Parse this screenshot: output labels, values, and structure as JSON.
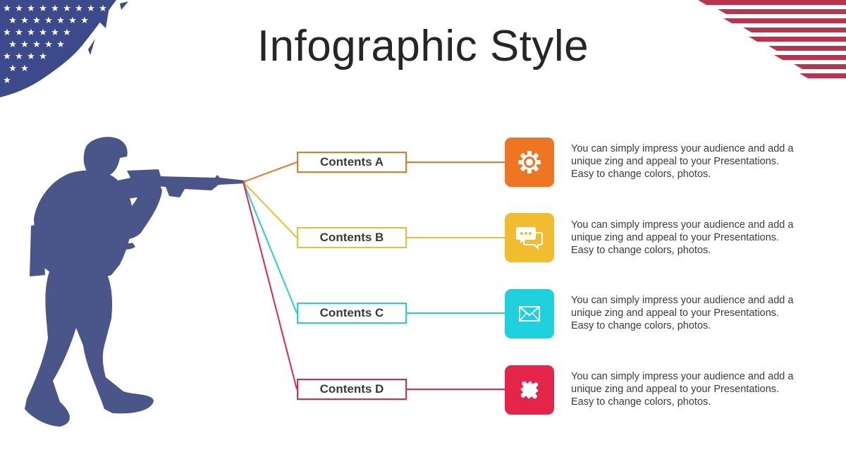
{
  "title": "Infographic Style",
  "colors": {
    "soldier": "#4a5589",
    "flag_blue": "#3c4a8c",
    "flag_red": "#b8354f"
  },
  "items": [
    {
      "label": "Contents A",
      "color": "#ee7623",
      "icon": "gear-icon",
      "text": [
        "You can simply impress your audience and add a",
        "unique zing and appeal to your Presentations.",
        "Easy to change colors, photos."
      ]
    },
    {
      "label": "Contents B",
      "color": "#f1bc2e",
      "icon": "chat-bubbles-icon",
      "text": [
        "You can simply impress your audience and add a",
        "unique zing and appeal to your Presentations.",
        "Easy to change colors, photos."
      ]
    },
    {
      "label": "Contents C",
      "color": "#1fd1de",
      "icon": "envelope-icon",
      "text": [
        "You can simply impress your audience and add a",
        "unique zing and appeal to your Presentations.",
        "Easy to change colors, photos."
      ]
    },
    {
      "label": "Contents D",
      "color": "#e5244a",
      "icon": "puzzle-icon",
      "text": [
        "You can simply impress your audience and add a",
        "unique zing and appeal to your Presentations.",
        "Easy to change colors, photos."
      ]
    }
  ]
}
